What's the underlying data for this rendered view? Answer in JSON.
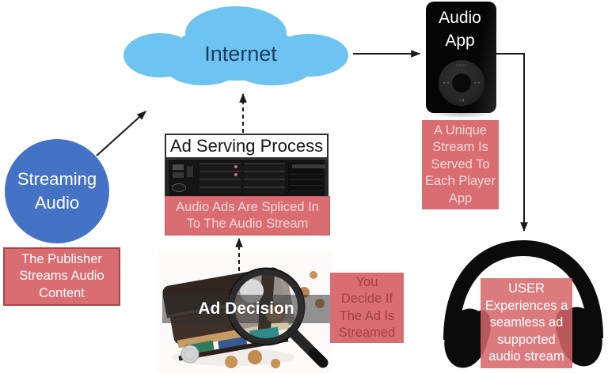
{
  "colors": {
    "cloud_blue": "#6EC4F0",
    "circle_blue": "#4472C4",
    "note_salmon": "#D96D71",
    "note_border_red": "#A8474B",
    "dark_red_text": "#9E4145",
    "light_pink_text": "#F5D8D9",
    "navy_text": "#1E3A66",
    "line_black": "#1A1A1A"
  },
  "nodes": {
    "internet": {
      "label": "Internet"
    },
    "streaming_audio": {
      "label": "Streaming\nAudio"
    },
    "publisher_note": {
      "text": "The Publisher\nStreams Audio\nContent"
    },
    "ad_serving": {
      "title": "Ad Serving Process",
      "splice_note": "Audio Ads Are Spliced In\nTo The Audio Stream"
    },
    "audio_app": {
      "label": "Audio\nApp",
      "wheel": {
        "menu": "MENU",
        "prev": "◄◄",
        "next": "►►",
        "play": "►▮"
      }
    },
    "unique_stream_note": {
      "text": "A Unique\nStream Is\nServed To\nEach Player\nApp"
    },
    "ad_decision": {
      "label": "Ad Decision"
    },
    "you_decide_note": {
      "text": "You\nDecide If\nThe Ad Is\nStreamed"
    },
    "user_note": {
      "text": "USER\nExperiences a\nseamless ad\nsupported\naudio stream"
    }
  }
}
